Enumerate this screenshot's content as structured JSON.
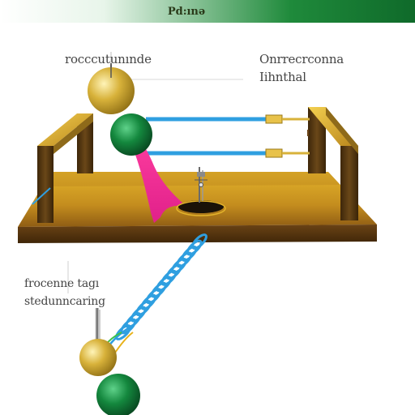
{
  "banner": {
    "title": "Pd:ınə"
  },
  "labels": {
    "top_left": "rocccutunınde",
    "top_right_line1": "Onrrecrconna",
    "top_right_line2": "Iihnthal",
    "bottom_left_line1": "frocenne tagı",
    "bottom_left_line2": "stedunncaring"
  },
  "colors": {
    "banner_green": "#1f8a3b",
    "gold": "#c9a227",
    "sphere_green": "#0e7a3a",
    "wood_dark": "#5a3a12",
    "wire_blue": "#2f9fe0",
    "beam_magenta": "#e6288f"
  }
}
